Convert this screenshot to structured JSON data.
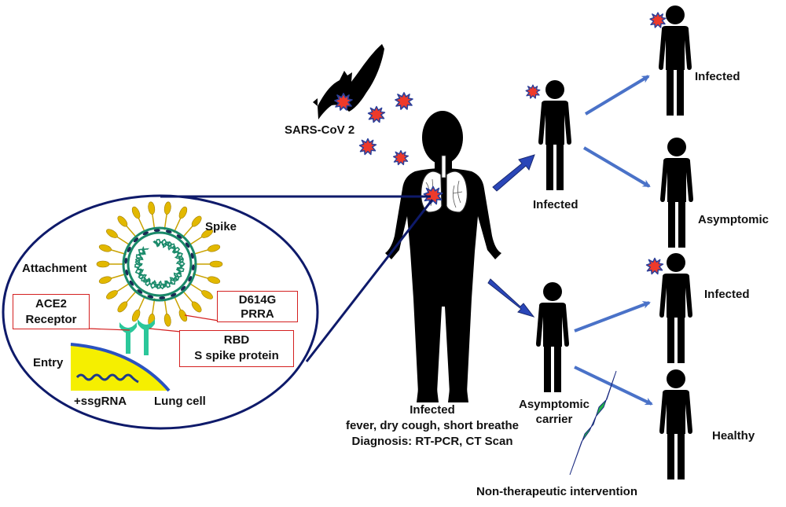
{
  "title": "SARS-CoV-2 transmission and cell entry diagram",
  "colors": {
    "virus_fill": "#ee3a2a",
    "virus_outline": "#2a3f9a",
    "thick_arrow": "#2a46b8",
    "thin_arrow": "#4a72c8",
    "inset_outline": "#0e1a6a",
    "spike": "#e2b800",
    "membrane": "#1a8a6a",
    "receptor": "#2bc79a",
    "cell": "#f5ef00",
    "cell_membrane": "#2a52c0",
    "callout_box": "#d42020",
    "intervention": "#22b24a"
  },
  "source": {
    "label": "SARS-CoV 2"
  },
  "inset": {
    "labels": {
      "spike": "Spike",
      "attachment": "Attachment",
      "entry": "Entry",
      "rna": "+ssgRNA",
      "lung_cell": "Lung cell"
    },
    "callouts": [
      {
        "line1": "ACE2",
        "line2": "Receptor"
      },
      {
        "line1": "D614G",
        "line2": "PRRA"
      },
      {
        "line1": "RBD",
        "line2": "S spike protein"
      }
    ]
  },
  "patient": {
    "status": "Infected",
    "symptoms": "fever, dry cough, short breathe",
    "diagnosis": "Diagnosis: RT-PCR, CT Scan"
  },
  "branches": [
    {
      "label": "Infected",
      "infected": true,
      "outcomes": [
        {
          "label": "Infected",
          "infected": true
        },
        {
          "label": "Asymptomic",
          "infected": false
        }
      ]
    },
    {
      "label_line1": "Asymptomic",
      "label_line2": "carrier",
      "infected": false,
      "outcomes": [
        {
          "label": "Infected",
          "infected": true
        },
        {
          "label": "Healthy",
          "infected": false
        }
      ]
    }
  ],
  "intervention": {
    "label": "Non-therapeutic intervention"
  }
}
